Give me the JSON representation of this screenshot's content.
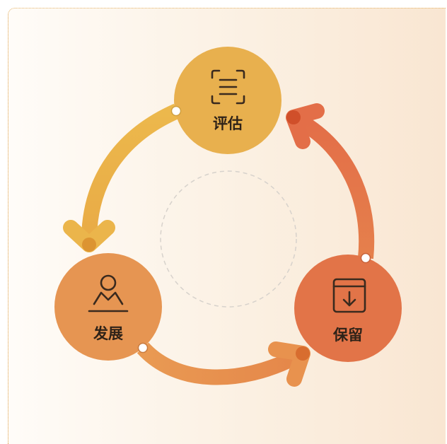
{
  "nodes": {
    "assess": {
      "label": "评估",
      "icon": "scan-document-icon",
      "color": "#e8b04e"
    },
    "develop": {
      "label": "发展",
      "icon": "person-icon",
      "color": "#e69552"
    },
    "retain": {
      "label": "保留",
      "icon": "archive-box-download-icon",
      "color": "#e27448"
    }
  },
  "cycle_direction": "counter-clockwise",
  "colors": {
    "arrow_assess_to_develop": "#ebb54b",
    "arrow_develop_to_retain": "#e8924e",
    "arrow_retain_to_assess": "#e47a4a",
    "background_start": "#fffcf8",
    "background_end": "#f9e6d2",
    "icon_stroke": "#3a2a1e"
  }
}
